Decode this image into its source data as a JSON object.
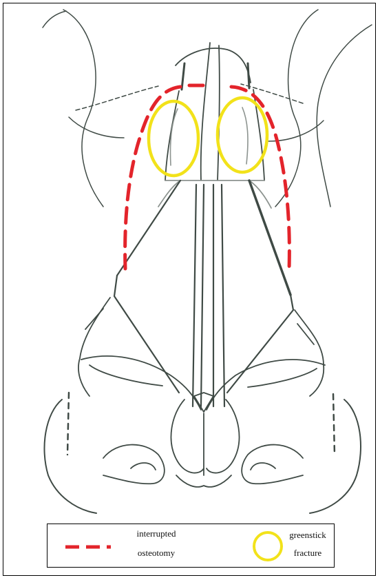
{
  "legend": {
    "osteotomy": {
      "line1": "interrupted",
      "line2": "osteotomy",
      "color": "#e3242b"
    },
    "fracture": {
      "line1": "greenstick",
      "line2": "fracture",
      "color": "#f2e21a"
    }
  },
  "colors": {
    "ink": "#3f4a45",
    "faint_ink": "#8c938f"
  }
}
